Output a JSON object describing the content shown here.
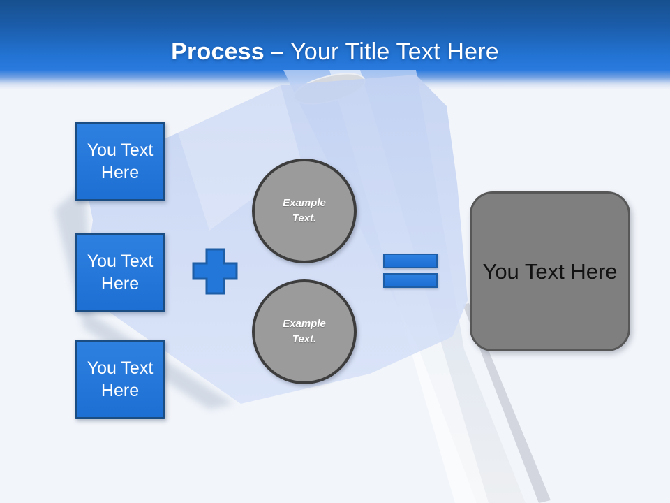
{
  "header": {
    "title_bold": "Process",
    "title_dash": "–",
    "title_rest": "Your Title Text Here"
  },
  "process_diagram": {
    "input_boxes": [
      {
        "label": "You Text Here"
      },
      {
        "label": "You Text Here"
      },
      {
        "label": "You Text Here"
      }
    ],
    "operators": {
      "plus": "+",
      "equals": "="
    },
    "example_circles": [
      {
        "label": "Example Text."
      },
      {
        "label": "Example Text."
      }
    ],
    "result_box": {
      "label": "You Text Here"
    }
  },
  "background": {
    "flag_icon": "blue-flag-on-pole"
  },
  "colors": {
    "header_top_blue": "#17508e",
    "header_mid_blue": "#2677d9",
    "box_blue_fill": "#2277d8",
    "box_blue_border": "#1b4c82",
    "operator_blue_border": "#1d5ea6",
    "circle_gray_fill": "#9b9b9b",
    "circle_border": "#3d3d3d",
    "result_gray_fill": "#7f7f7f",
    "result_border": "#575757",
    "flag_cloth_blue": "#c9d7f4",
    "page_background": "#f2f5fa",
    "title_text": "#ffffff",
    "result_text": "#121212"
  }
}
